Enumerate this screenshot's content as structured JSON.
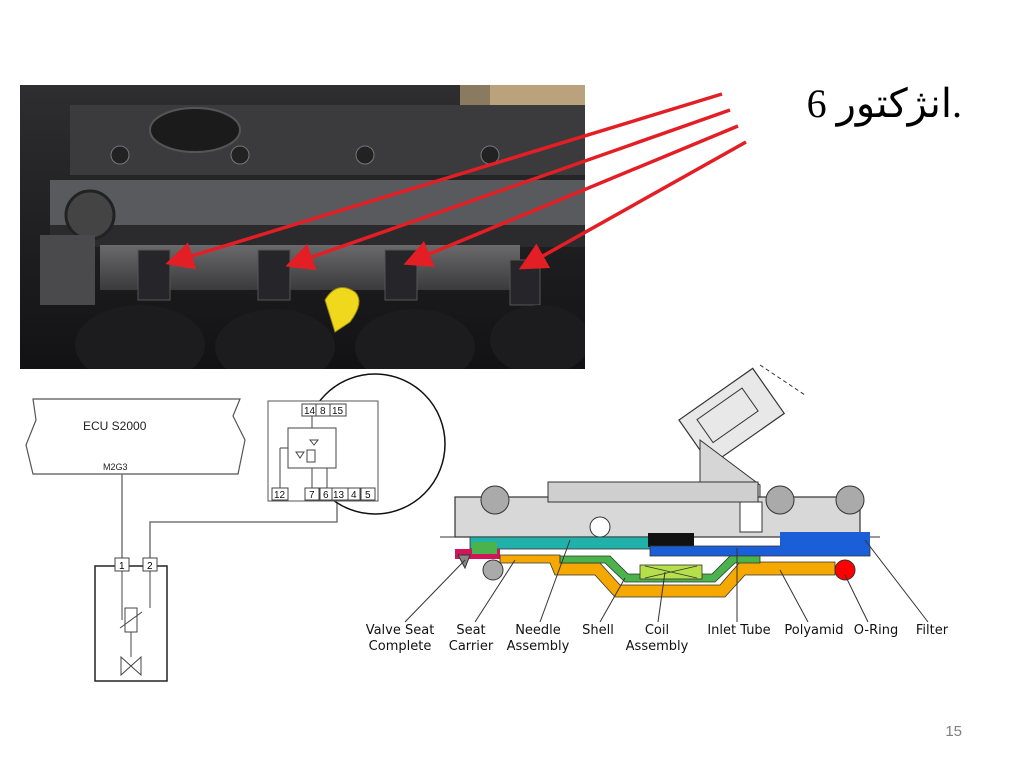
{
  "slide": {
    "title_number": "6.",
    "title_text": "انژکتور",
    "page_number": "15"
  },
  "wiring": {
    "ecu_label": "ECU S2000",
    "ecu_pin": "M2G3",
    "relay_top_pins": [
      "14",
      "8",
      "15"
    ],
    "relay_bottom_pins": [
      "12",
      "7",
      "6",
      "13",
      "4",
      "5"
    ],
    "injector_pins": [
      "1",
      "2"
    ]
  },
  "injector_parts": [
    "Valve Seat Complete",
    "Seat Carrier",
    "Needle Assembly",
    "Shell",
    "Coil Assembly",
    "Inlet Tube",
    "Polyamid",
    "O-Ring",
    "Filter"
  ],
  "colors": {
    "arrow": "#e31e24",
    "teal": "#20b2aa",
    "blue": "#1a5fd8",
    "orange": "#f5a800",
    "green": "#4bb34b",
    "magenta": "#d4145a",
    "red": "#ff0000"
  }
}
